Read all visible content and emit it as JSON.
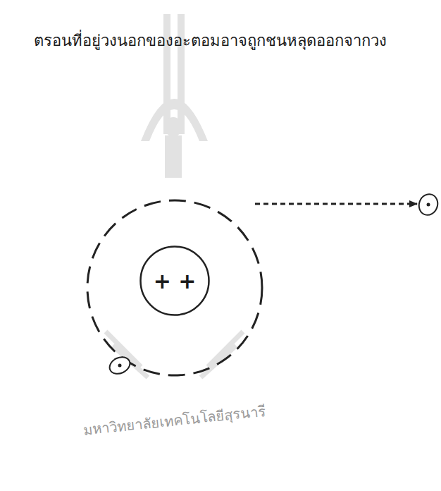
{
  "diagram": {
    "nodes": [
      {
        "text": [
          "+ +"
        ]
      }
    ],
    "labels": [
      "ตรอนที่อยู่วงนอกของอะตอมอาจถูกชนหลุดออกจากวง",
      "มหาวิทยาลัยเทคโนโลยีสุรนารี"
    ]
  }
}
